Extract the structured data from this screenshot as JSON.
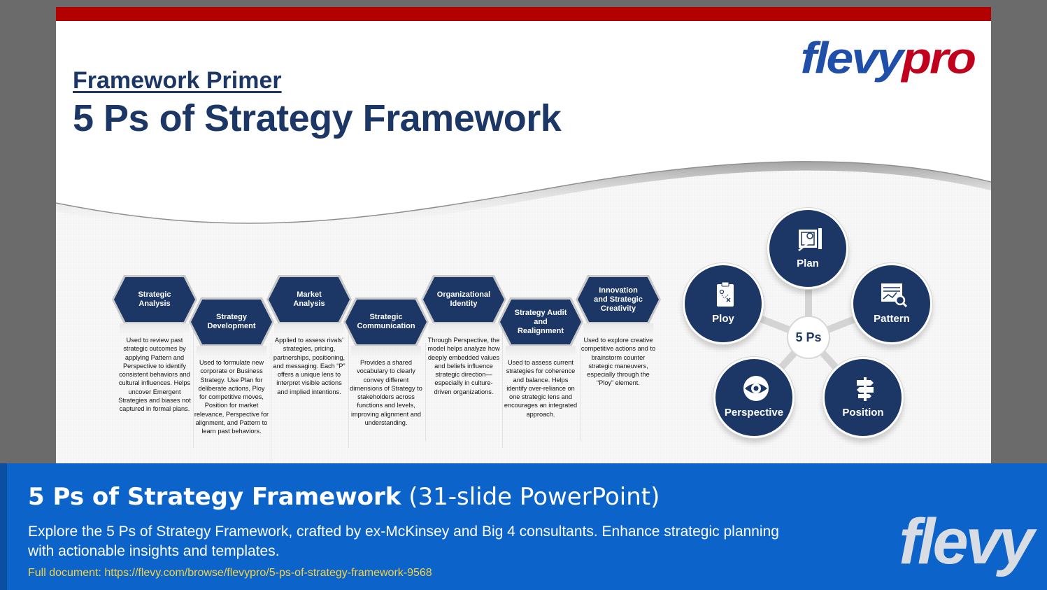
{
  "slide": {
    "brand_logo": {
      "part1": "flevy",
      "part2": "pro"
    },
    "primer": "Framework Primer",
    "title": "5 Ps of Strategy Framework",
    "applications": [
      {
        "label": "Strategic Analysis",
        "desc": "Used to review past strategic outcomes by applying Pattern and Perspective to identify consistent behaviors and cultural influences. Helps uncover Emergent Strategies and biases not captured in formal plans."
      },
      {
        "label": "Strategy Development",
        "desc": "Used to formulate new corporate or Business Strategy. Use Plan for deliberate actions, Ploy for competitive moves, Position for market relevance, Perspective for alignment, and Pattern to learn past behaviors."
      },
      {
        "label": "Market Analysis",
        "desc": "Applied to assess rivals’ strategies, pricing, partnerships, positioning, and messaging. Each “P” offers a unique lens to interpret visible actions and implied intentions."
      },
      {
        "label": "Strategic Communication",
        "desc": "Provides a shared vocabulary to clearly convey different dimensions of Strategy to stakeholders across functions and levels, improving alignment and understanding."
      },
      {
        "label": "Organizational Identity",
        "desc": "Through Perspective, the model helps analyze how deeply embedded values and beliefs influence strategic direction—especially in culture-driven organizations."
      },
      {
        "label": "Strategy Audit and Realignment",
        "desc": "Used to assess current strategies for coherence and balance. Helps identify over-reliance on one strategic lens and encourages an integrated approach."
      },
      {
        "label": "Innovation and Strategic Creativity",
        "desc": "Used to explore creative competitive actions and to brainstorm counter strategic maneuvers, especially through the “Ploy” element."
      }
    ],
    "diagram": {
      "hub": "5 Ps",
      "nodes": [
        {
          "label": "Plan",
          "icon": "blueprint-icon"
        },
        {
          "label": "Ploy",
          "icon": "clipboard-tactics-icon"
        },
        {
          "label": "Pattern",
          "icon": "chart-magnifier-icon"
        },
        {
          "label": "Perspective",
          "icon": "eye-icon"
        },
        {
          "label": "Position",
          "icon": "signpost-icon"
        }
      ]
    }
  },
  "footer": {
    "title_main": "5 Ps of Strategy Framework",
    "title_sub": "(31-slide PowerPoint)",
    "description": "Explore the 5 Ps of Strategy Framework, crafted by ex-McKinsey and Big 4 consultants. Enhance strategic planning with actionable insights and templates.",
    "link": "Full document: https://flevy.com/browse/flevypro/5-ps-of-strategy-framework-9568",
    "logo": "flevy"
  },
  "colors": {
    "navy": "#1c3766",
    "red_bar": "#b30000",
    "footer_blue": "#0c63c9",
    "link_yellow": "#f5d442"
  }
}
